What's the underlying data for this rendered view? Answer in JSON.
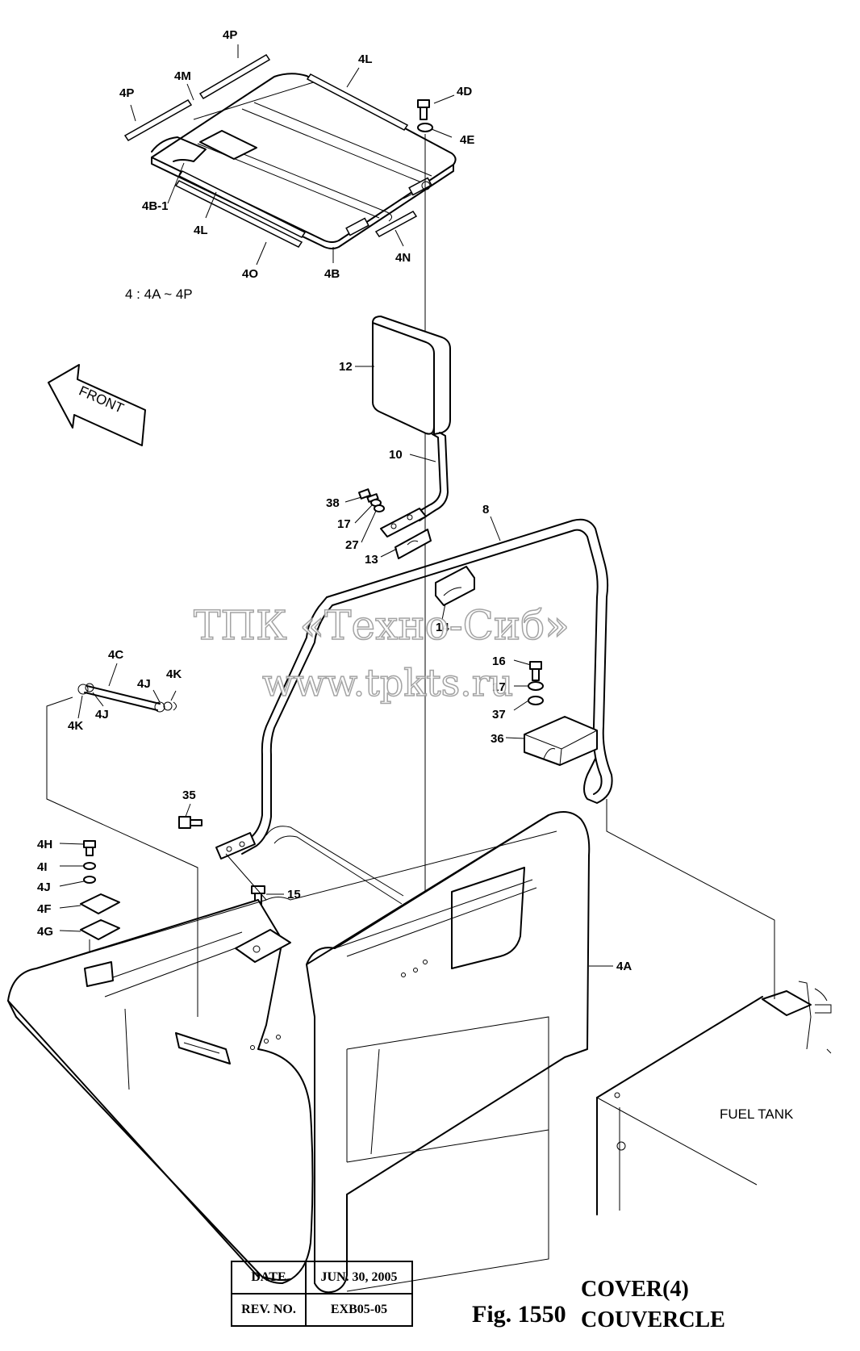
{
  "labels": {
    "p4P_top": "4P",
    "p4M": "4M",
    "p4P_left": "4P",
    "p4L_top": "4L",
    "p4D": "4D",
    "p4E": "4E",
    "p4B1": "4B-1",
    "p4L_bottom": "4L",
    "p4O": "4O",
    "p4B": "4B",
    "p4N": "4N",
    "note_range": "4 : 4A ~ 4P",
    "p12": "12",
    "p10": "10",
    "front": "FRONT",
    "p38": "38",
    "p17a": "17",
    "p27": "27",
    "p13": "13",
    "p8": "8",
    "p14": "14",
    "p4C": "4C",
    "p4J_a": "4J",
    "p4K_a": "4K",
    "p4K_b": "4K",
    "p4J_b": "4J",
    "p16": "16",
    "p17b": "17",
    "p37": "37",
    "p36": "36",
    "p35": "35",
    "p4H": "4H",
    "p4I": "4I",
    "p4J_c": "4J",
    "p4F": "4F",
    "p4G": "4G",
    "p15": "15",
    "p4A": "4A",
    "fuel_tank": "FUEL TANK"
  },
  "watermark": {
    "line1": "ТПК «Техно-Сиб»",
    "line2": "www.tpkts.ru"
  },
  "title_block": {
    "date_label": "DATE",
    "date_value": "JUN. 30, 2005",
    "rev_label": "REV. NO.",
    "rev_value": "EXB05-05"
  },
  "figure": {
    "number": "Fig. 1550",
    "title_en": "COVER(4)",
    "title_fr": "COUVERCLE"
  }
}
